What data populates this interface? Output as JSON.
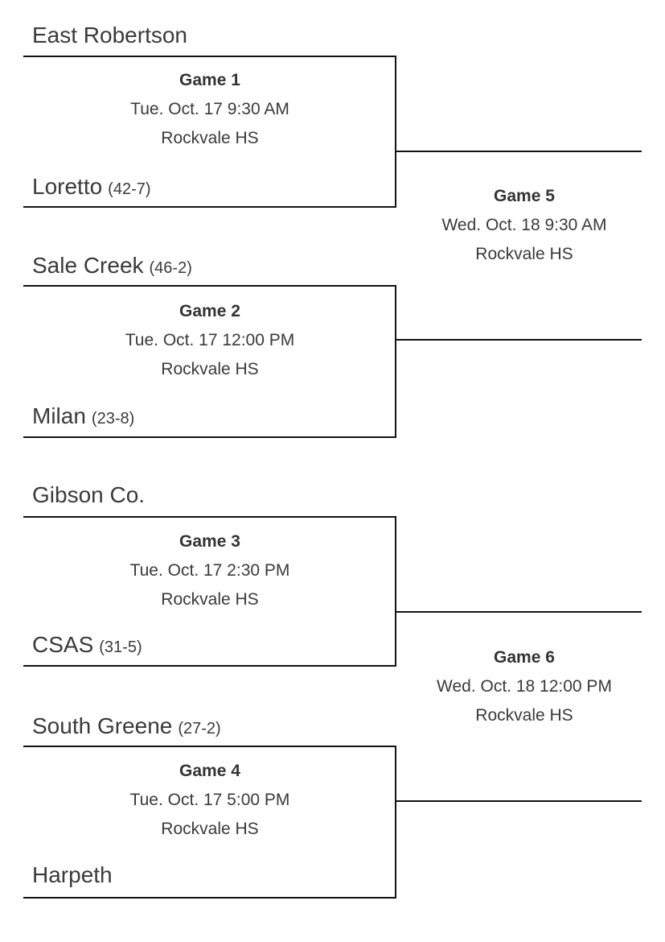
{
  "colors": {
    "text": "#3a3a3a",
    "line": "#121212",
    "background": "#ffffff"
  },
  "games": [
    {
      "label": "Game 1",
      "datetime": "Tue. Oct. 17 9:30 AM",
      "venue": "Rockvale HS",
      "top_team": {
        "name": "East Robertson"
      },
      "bottom_team": {
        "name": "Loretto",
        "record": "(42-7)"
      }
    },
    {
      "label": "Game 2",
      "datetime": "Tue. Oct. 17 12:00 PM",
      "venue": "Rockvale HS",
      "top_team": {
        "name": "Sale Creek",
        "record": "(46-2)"
      },
      "bottom_team": {
        "name": "Milan",
        "record": "(23-8)"
      }
    },
    {
      "label": "Game 3",
      "datetime": "Tue. Oct. 17 2:30 PM",
      "venue": "Rockvale HS",
      "top_team": {
        "name": "Gibson Co."
      },
      "bottom_team": {
        "name": "CSAS",
        "record": "(31-5)"
      }
    },
    {
      "label": "Game 4",
      "datetime": "Tue. Oct. 17 5:00 PM",
      "venue": "Rockvale HS",
      "top_team": {
        "name": "South Greene",
        "record": "(27-2)"
      },
      "bottom_team": {
        "name": "Harpeth"
      }
    },
    {
      "label": "Game 5",
      "datetime": "Wed. Oct. 18 9:30 AM",
      "venue": "Rockvale HS"
    },
    {
      "label": "Game 6",
      "datetime": "Wed. Oct. 18 12:00 PM",
      "venue": "Rockvale HS"
    }
  ]
}
